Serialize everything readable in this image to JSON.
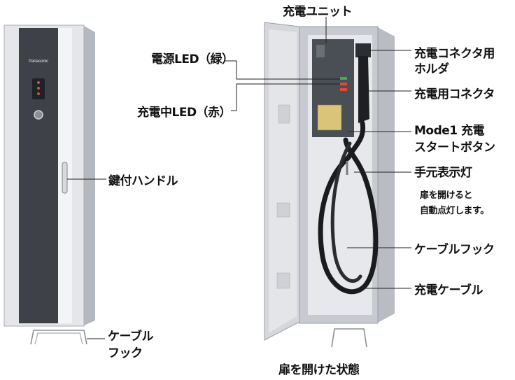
{
  "labels": {
    "charging_unit": "充電ユニット",
    "power_led": "電源LED（緑）",
    "charging_led": "充電中LED（赤）",
    "connector_holder_1": "充電コネクタ用",
    "connector_holder_2": "ホルダ",
    "charging_connector": "充電用コネクタ",
    "mode1_1": "Mode1 充電",
    "mode1_2": "スタートボタン",
    "hand_light": "手元表示灯",
    "hand_light_note_1": "扉を開けると",
    "hand_light_note_2": "自動点灯します。",
    "cable_hook_right": "ケーブルフック",
    "charging_cable": "充電ケーブル",
    "key_handle": "鍵付ハンドル",
    "cable_hook_left_1": "ケーブル",
    "cable_hook_left_2": "フック",
    "caption": "扉を開けた状態"
  },
  "brand": "Panasonic",
  "colors": {
    "panel_dark": "#3e4248",
    "panel_light": "#dcdee3",
    "body_gray": "#c9ccd3",
    "led_red": "#e04a3a",
    "led_green": "#3fae4f",
    "leader": "#222222"
  }
}
